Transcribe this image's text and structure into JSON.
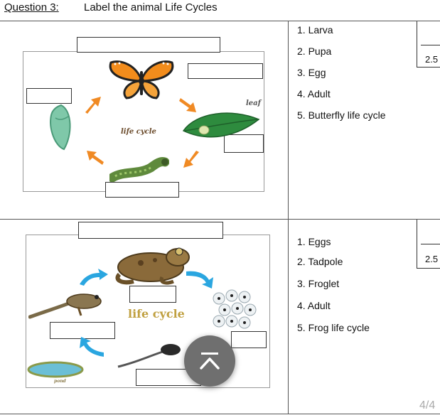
{
  "question": {
    "number": "Question 3:",
    "title": "Label the animal Life Cycles"
  },
  "butterfly": {
    "leaf_label": "leaf",
    "cycle_label": "life cycle",
    "options": [
      "1. Larva",
      "2. Pupa",
      "3. Egg",
      "4. Adult",
      "5. Butterfly life cycle"
    ],
    "marks": "2.5"
  },
  "frog": {
    "pond_label": "pond",
    "cycle_label": "life cycle",
    "options": [
      "1. Eggs",
      "2. Tadpole",
      "3. Froglet",
      "4. Adult",
      "5. Frog life cycle"
    ],
    "marks": "2.5"
  },
  "page_indicator": "4/4",
  "icons": {
    "fab": "scroll-to-top-icon"
  },
  "colors": {
    "arrow_orange": "#f08a24",
    "arrow_blue": "#2aa6e0",
    "butterfly": "#f28c1c",
    "leaf": "#2e8b3e"
  }
}
